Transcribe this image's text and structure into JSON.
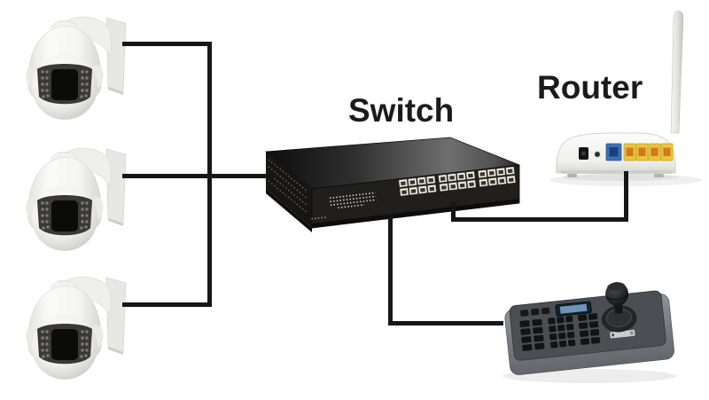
{
  "diagram": {
    "type": "network-topology",
    "labels": {
      "switch": "Switch",
      "router": "Router"
    },
    "devices": [
      {
        "id": "camera-1",
        "kind": "ptz-dome-camera-icon"
      },
      {
        "id": "camera-2",
        "kind": "ptz-dome-camera-icon"
      },
      {
        "id": "camera-3",
        "kind": "ptz-dome-camera-icon"
      },
      {
        "id": "switch",
        "kind": "24-port-ethernet-switch-icon",
        "label": "Switch"
      },
      {
        "id": "router",
        "kind": "wireless-router-icon",
        "label": "Router"
      },
      {
        "id": "keyboard",
        "kind": "ptz-keyboard-joystick-controller-icon"
      }
    ],
    "connections": [
      {
        "from": "camera-1",
        "to": "switch"
      },
      {
        "from": "camera-2",
        "to": "switch"
      },
      {
        "from": "camera-3",
        "to": "switch"
      },
      {
        "from": "switch",
        "to": "keyboard"
      },
      {
        "from": "switch",
        "to": "router"
      }
    ],
    "colors": {
      "background": "#ffffff",
      "cable": "#161616",
      "label_text": "#1b1b1b",
      "switch_chassis": "#211f1c",
      "router_body": "#f4f4f1",
      "router_wan_port": "#3a72b8",
      "router_lan_ports": "#ecc43a",
      "keyboard_body": "#595d61",
      "camera_housing": "#f1f1ee"
    }
  }
}
